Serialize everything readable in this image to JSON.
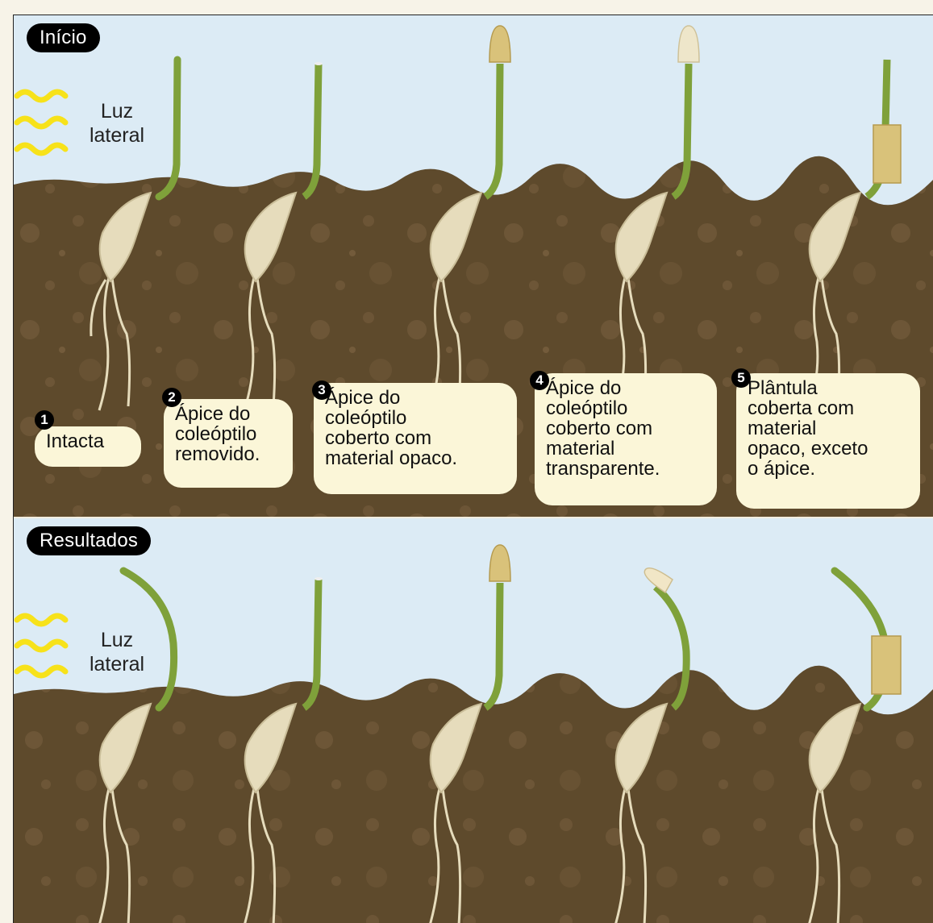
{
  "labels": {
    "start": "Início",
    "results": "Resultados",
    "light_line1": "Luz",
    "light_line2": "lateral"
  },
  "experiments": [
    {
      "number": "1",
      "caption": "Intacta"
    },
    {
      "number": "2",
      "caption": "Ápice do\ncoleóptilo\nremovido."
    },
    {
      "number": "3",
      "caption": "Ápice do\ncoleóptilo\ncoberto com\nmaterial opaco."
    },
    {
      "number": "4",
      "caption": "Ápice do\ncoleóptilo\ncoberto com\nmaterial\ntransparente."
    },
    {
      "number": "5",
      "caption": "Plântula\ncoberta com\nmaterial\nopaco, exceto\no ápice."
    }
  ],
  "colors": {
    "sky": "#dcebf5",
    "soil": "#5e4a2c",
    "stem": "#7fa13a",
    "seed": "#e6dcbc",
    "light_wave": "#f7e21a",
    "opaque_cap": "#d9c27a",
    "caption_bg": "#fbf6d8"
  }
}
